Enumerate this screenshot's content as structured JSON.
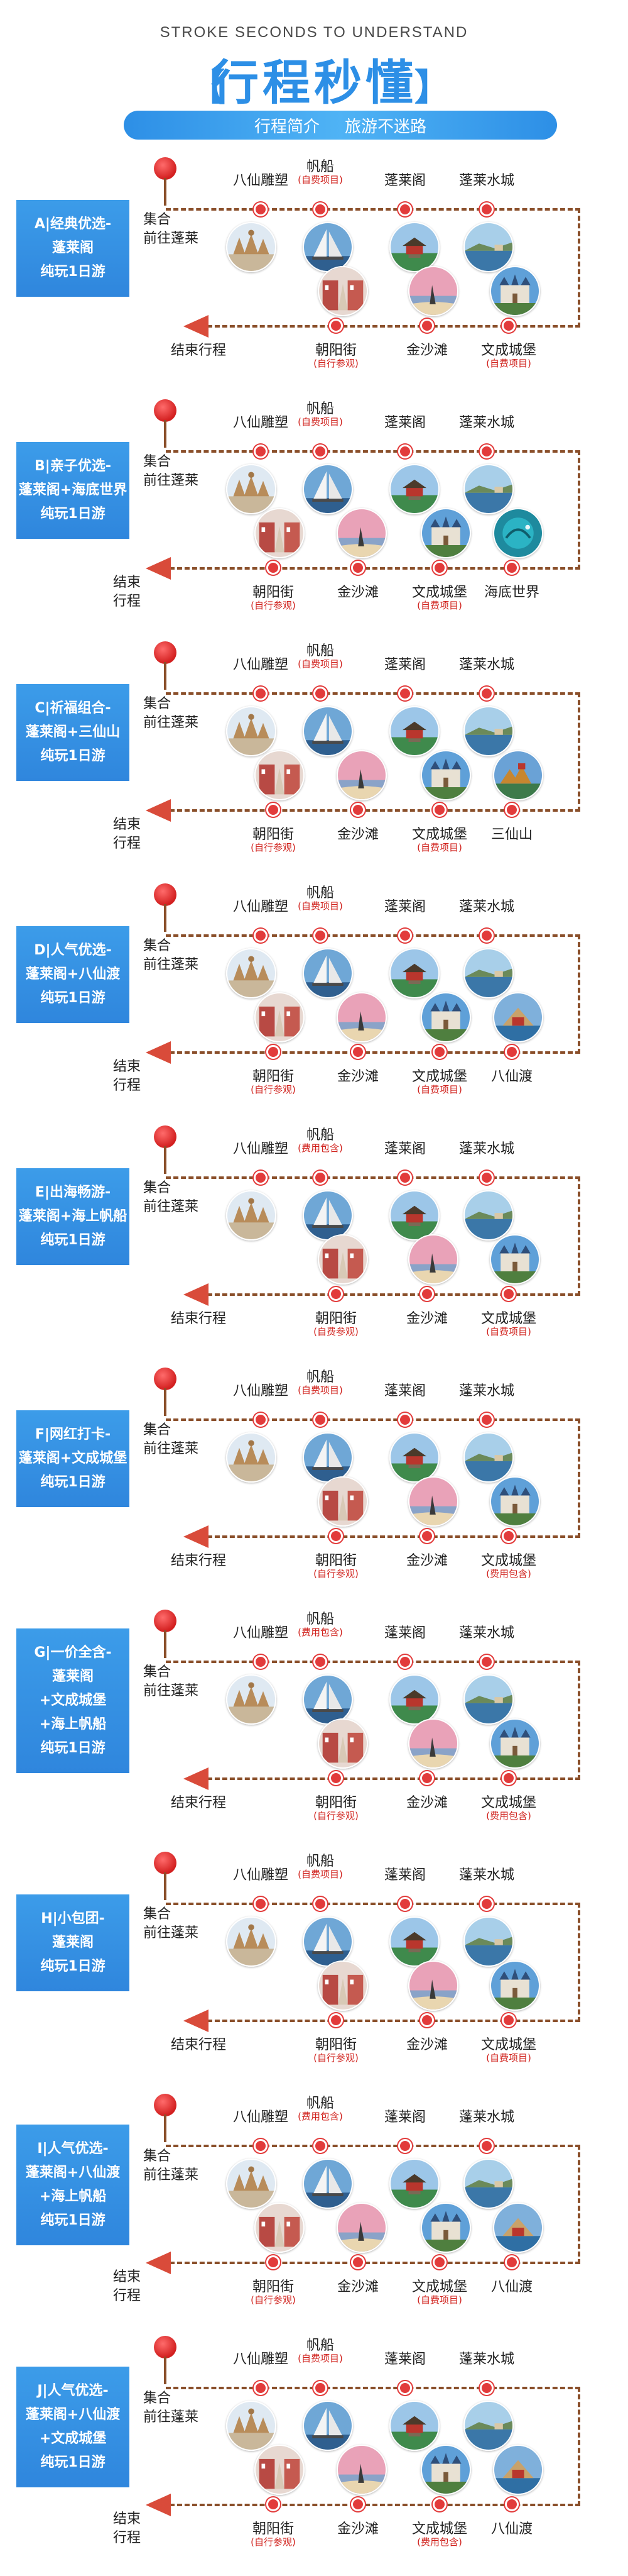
{
  "header": {
    "subtitle_en": "STROKE SECONDS TO UNDERSTAND",
    "title": "行程秒懂",
    "bracket_left": "【",
    "bracket_right": "】",
    "banner_left": "行程简介",
    "banner_right": "旅游不迷路"
  },
  "common": {
    "start_line1": "集合",
    "start_line2": "前往蓬莱",
    "end_single": "结束行程",
    "end_line1": "结束",
    "end_line2": "行程"
  },
  "colors": {
    "accent_blue": "#2d8fe6",
    "route_brown": "#8a4f2a",
    "stop_red": "#e23b3b",
    "note_red": "#d0201b"
  },
  "sections": [
    {
      "lines": [
        "A|经典优选-",
        "蓬莱阁",
        "纯玩1日游"
      ],
      "top": [
        "八仙雕塑",
        "帆船",
        "蓬莱阁",
        "蓬莱水城"
      ],
      "top_notes": [
        "",
        "(自费项目)",
        "",
        ""
      ],
      "bottom": [
        "朝阳街",
        "金沙滩",
        "文成城堡"
      ],
      "bottom_notes": [
        "(自行参观)",
        "",
        "(自费项目)"
      ],
      "end_style": "single"
    },
    {
      "lines": [
        "B|亲子优选-",
        "蓬莱阁+海底世界",
        "纯玩1日游"
      ],
      "top": [
        "八仙雕塑",
        "帆船",
        "蓬莱阁",
        "蓬莱水城"
      ],
      "top_notes": [
        "",
        "(自费项目)",
        "",
        ""
      ],
      "bottom": [
        "朝阳街",
        "金沙滩",
        "文成城堡",
        "海底世界"
      ],
      "bottom_notes": [
        "(自行参观)",
        "",
        "(自费项目)",
        ""
      ],
      "end_style": "double"
    },
    {
      "lines": [
        "C|祈福组合-",
        "蓬莱阁+三仙山",
        "纯玩1日游"
      ],
      "top": [
        "八仙雕塑",
        "帆船",
        "蓬莱阁",
        "蓬莱水城"
      ],
      "top_notes": [
        "",
        "(自费项目)",
        "",
        ""
      ],
      "bottom": [
        "朝阳街",
        "金沙滩",
        "文成城堡",
        "三仙山"
      ],
      "bottom_notes": [
        "(自行参观)",
        "",
        "(自费项目)",
        ""
      ],
      "end_style": "double"
    },
    {
      "lines": [
        "D|人气优选-",
        "蓬莱阁+八仙渡",
        "纯玩1日游"
      ],
      "top": [
        "八仙雕塑",
        "帆船",
        "蓬莱阁",
        "蓬莱水城"
      ],
      "top_notes": [
        "",
        "(自费项目)",
        "",
        ""
      ],
      "bottom": [
        "朝阳街",
        "金沙滩",
        "文成城堡",
        "八仙渡"
      ],
      "bottom_notes": [
        "(自行参观)",
        "",
        "(自费项目)",
        ""
      ],
      "end_style": "double"
    },
    {
      "lines": [
        "E|出海畅游-",
        "蓬莱阁+海上帆船",
        "纯玩1日游"
      ],
      "top": [
        "八仙雕塑",
        "帆船",
        "蓬莱阁",
        "蓬莱水城"
      ],
      "top_notes": [
        "",
        "(费用包含)",
        "",
        ""
      ],
      "bottom": [
        "朝阳街",
        "金沙滩",
        "文成城堡"
      ],
      "bottom_notes": [
        "(自费参观)",
        "",
        "(自费项目)"
      ],
      "end_style": "single"
    },
    {
      "lines": [
        "F|网红打卡-",
        "蓬莱阁+文成城堡",
        "纯玩1日游"
      ],
      "top": [
        "八仙雕塑",
        "帆船",
        "蓬莱阁",
        "蓬莱水城"
      ],
      "top_notes": [
        "",
        "(自费项目)",
        "",
        ""
      ],
      "bottom": [
        "朝阳街",
        "金沙滩",
        "文成城堡"
      ],
      "bottom_notes": [
        "(自行参观)",
        "",
        "(费用包含)"
      ],
      "end_style": "single"
    },
    {
      "lines": [
        "G|一价全含-",
        "蓬莱阁",
        "+文成城堡",
        "+海上帆船",
        "纯玩1日游"
      ],
      "top": [
        "八仙雕塑",
        "帆船",
        "蓬莱阁",
        "蓬莱水城"
      ],
      "top_notes": [
        "",
        "(费用包含)",
        "",
        ""
      ],
      "bottom": [
        "朝阳街",
        "金沙滩",
        "文成城堡"
      ],
      "bottom_notes": [
        "(自行参观)",
        "",
        "(费用包含)"
      ],
      "end_style": "single"
    },
    {
      "lines": [
        "H|小包团-",
        "蓬莱阁",
        "纯玩1日游"
      ],
      "top": [
        "八仙雕塑",
        "帆船",
        "蓬莱阁",
        "蓬莱水城"
      ],
      "top_notes": [
        "",
        "(自费项目)",
        "",
        ""
      ],
      "bottom": [
        "朝阳街",
        "金沙滩",
        "文成城堡"
      ],
      "bottom_notes": [
        "(自行参观)",
        "",
        "(自费项目)"
      ],
      "end_style": "single"
    },
    {
      "lines": [
        "I|人气优选-",
        "蓬莱阁+八仙渡",
        "+海上帆船",
        "纯玩1日游"
      ],
      "top": [
        "八仙雕塑",
        "帆船",
        "蓬莱阁",
        "蓬莱水城"
      ],
      "top_notes": [
        "",
        "(费用包含)",
        "",
        ""
      ],
      "bottom": [
        "朝阳街",
        "金沙滩",
        "文成城堡",
        "八仙渡"
      ],
      "bottom_notes": [
        "(自行参观)",
        "",
        "(自费项目)",
        ""
      ],
      "end_style": "double"
    },
    {
      "lines": [
        "J|人气优选-",
        "蓬莱阁+八仙渡",
        "+文成城堡",
        "纯玩1日游"
      ],
      "top": [
        "八仙雕塑",
        "帆船",
        "蓬莱阁",
        "蓬莱水城"
      ],
      "top_notes": [
        "",
        "(自费项目)",
        "",
        ""
      ],
      "bottom": [
        "朝阳街",
        "金沙滩",
        "文成城堡",
        "八仙渡"
      ],
      "bottom_notes": [
        "(自行参观)",
        "",
        "(费用包含)",
        ""
      ],
      "end_style": "double"
    }
  ]
}
